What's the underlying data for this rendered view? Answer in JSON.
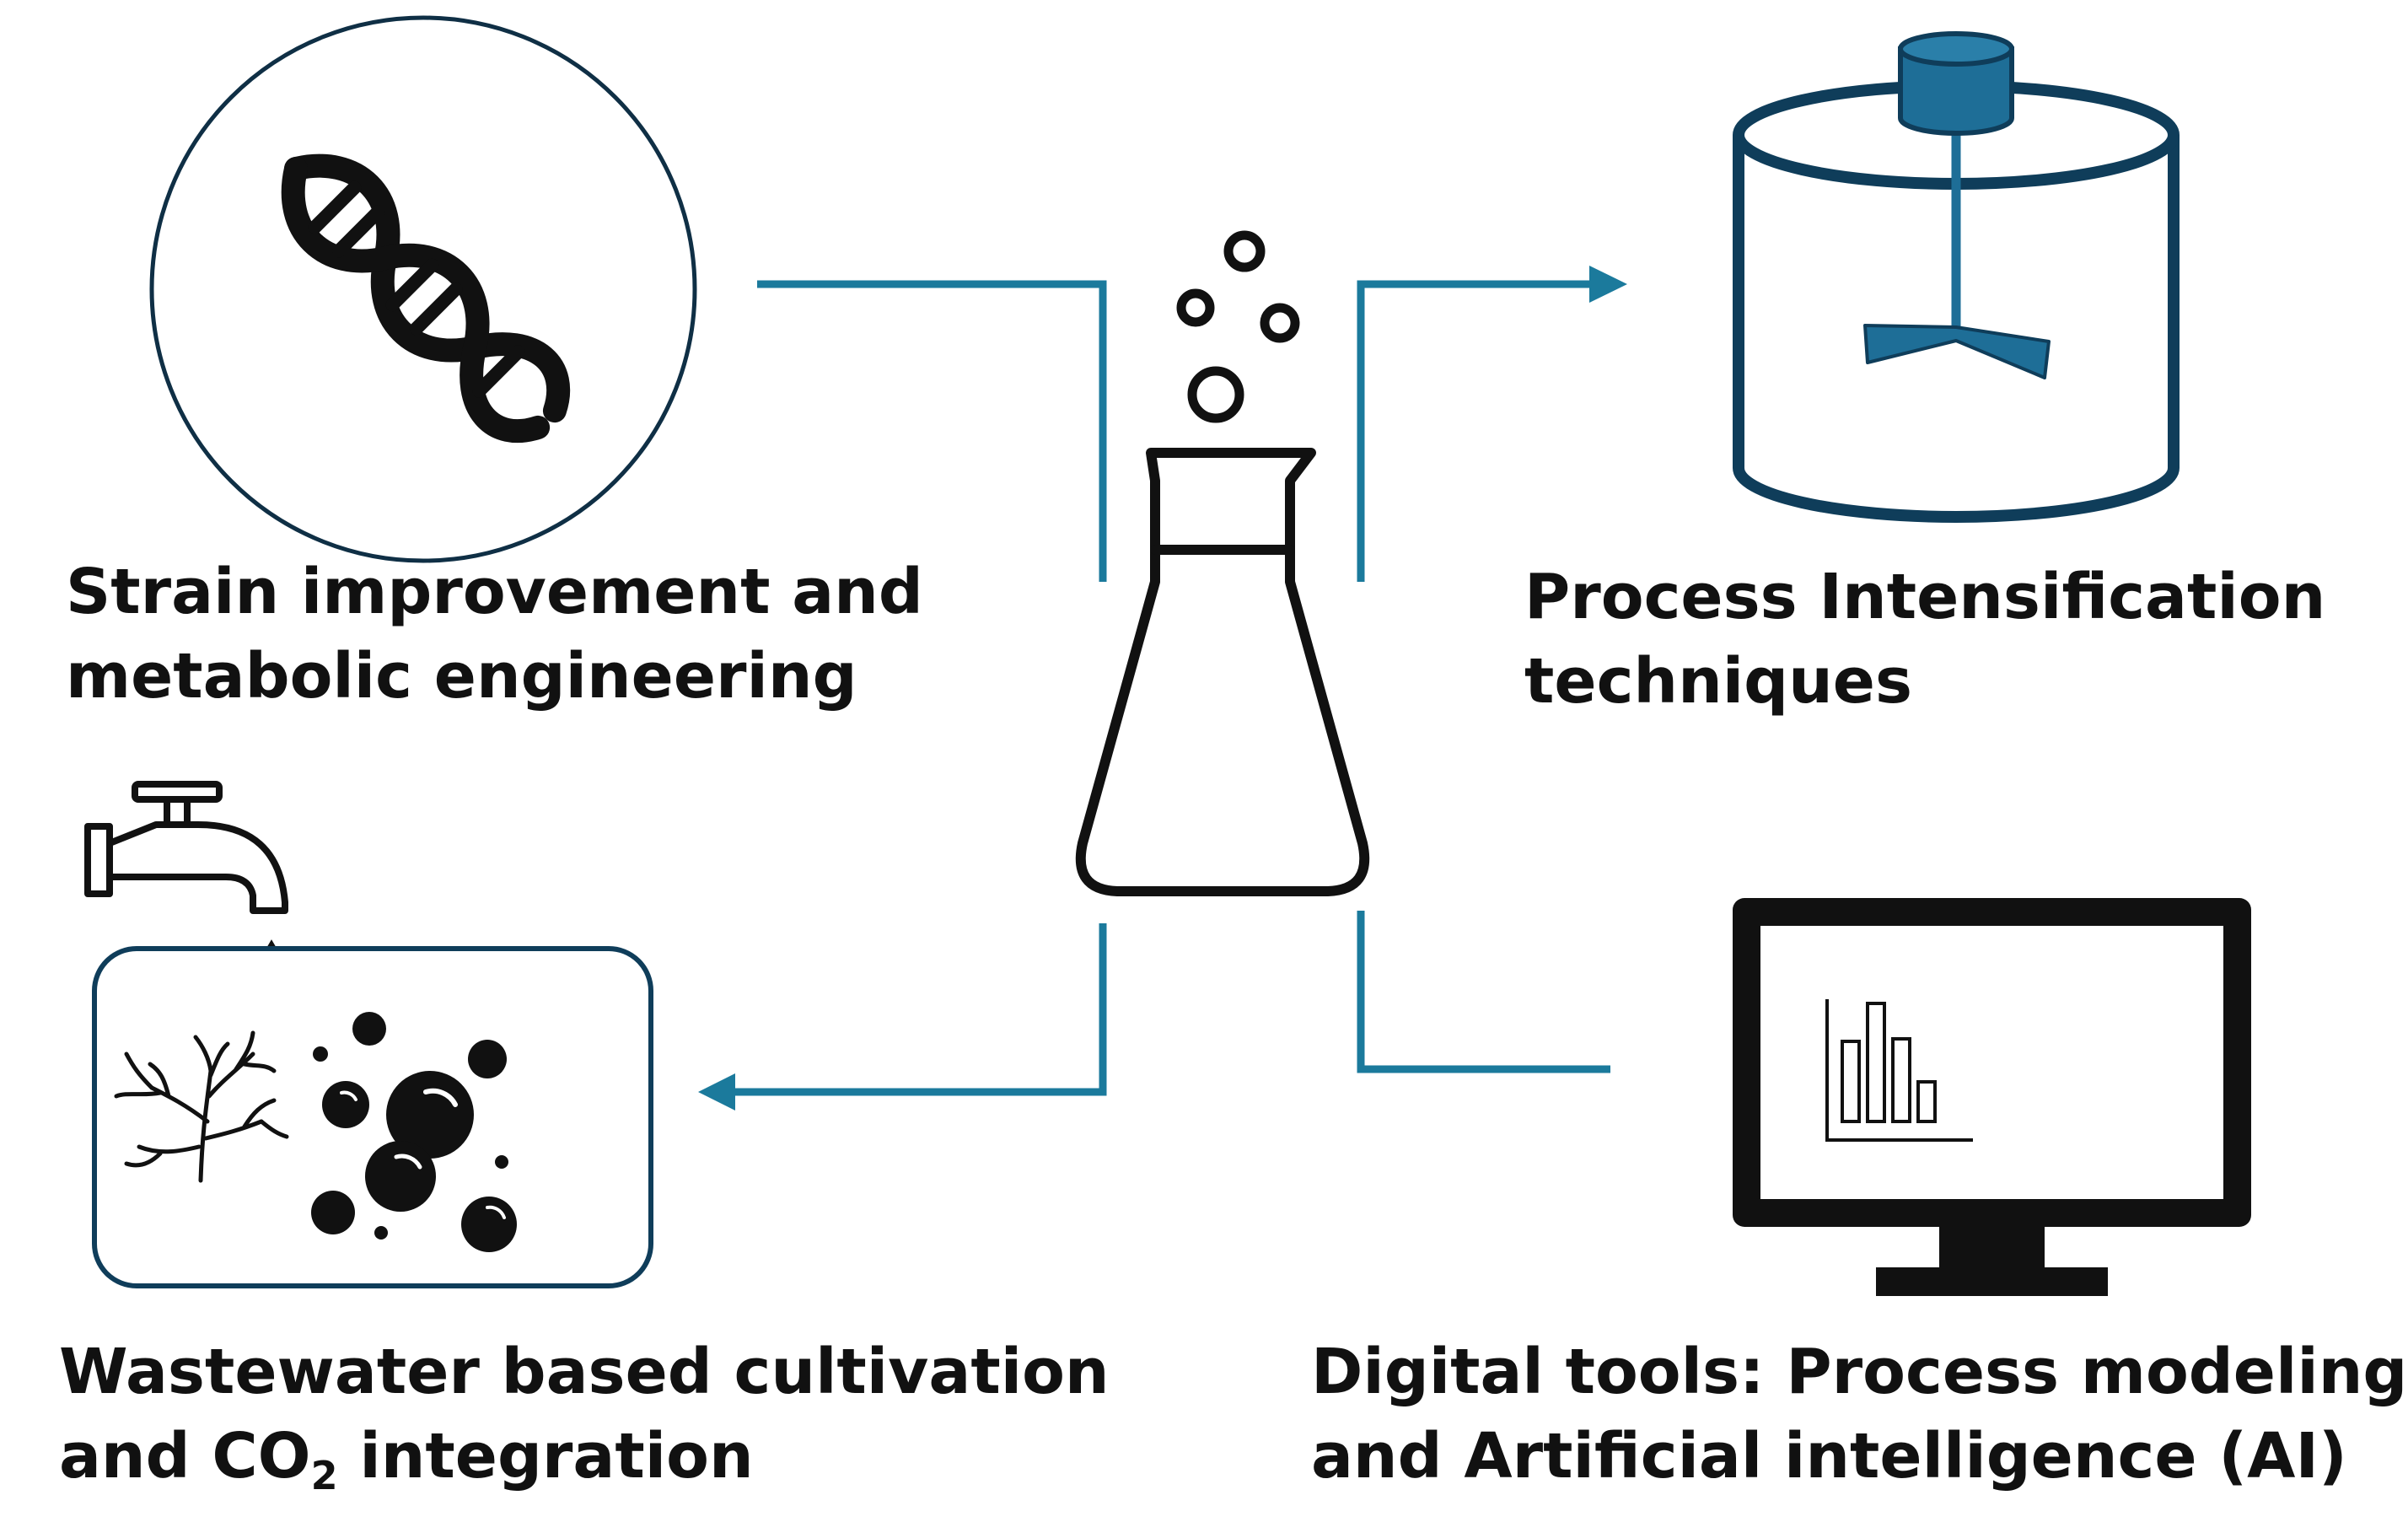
{
  "labels": {
    "strain": {
      "line1": "Strain improvement and",
      "line2": "metabolic engineering"
    },
    "process": {
      "line1": "Process Intensification",
      "line2": "techniques"
    },
    "wastewater": {
      "line1": "Wastewater based cultivation",
      "line2_prefix": "and CO",
      "line2_sub": "2",
      "line2_suffix": " integration"
    },
    "digital": {
      "line1": "Digital tools: Process modeling",
      "line2": "and Artificial intelligence (AI)"
    }
  },
  "icons": {
    "center": "erlenmeyer-flask-icon",
    "strain": "dna-helix-icon",
    "process": "stirred-bioreactor-icon",
    "wastewater": "faucet-algae-tank-icon",
    "digital": "monitor-bar-chart-icon"
  },
  "colors": {
    "accent": "#1b7a9c",
    "reactor_dark": "#0f3d5a",
    "reactor_fill": "#1e6e97",
    "ink": "#111111"
  }
}
